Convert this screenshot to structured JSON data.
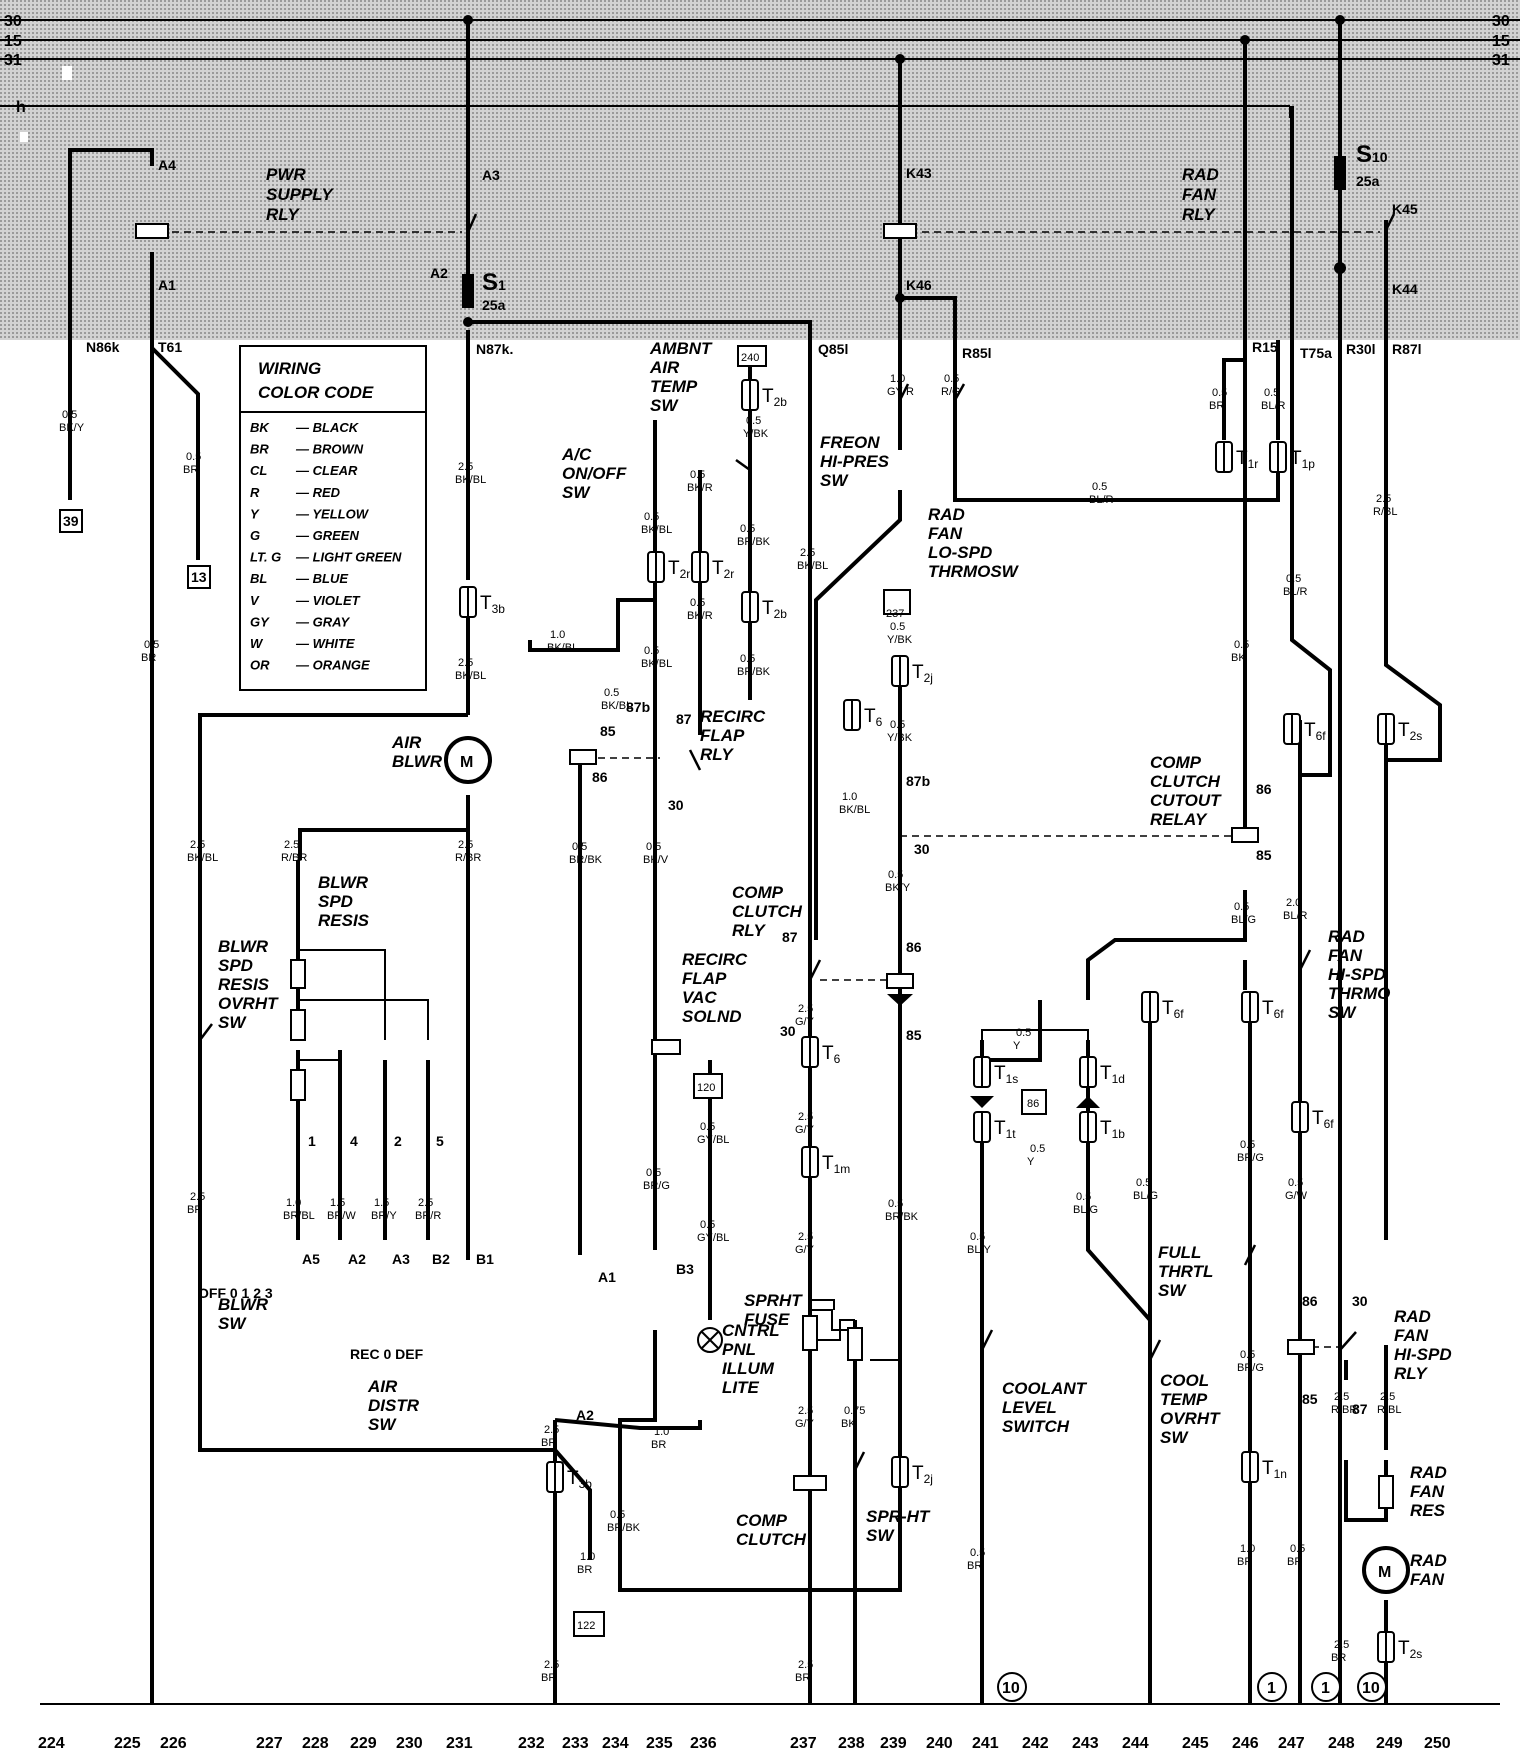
{
  "buses": {
    "b30": "30",
    "b15": "15",
    "b31": "31",
    "bh": "h"
  },
  "relay_panel_labels": {
    "pwr_supply_rly": [
      "PWR",
      "SUPPLY",
      "RLY"
    ],
    "rad_fan_rly": [
      "RAD",
      "FAN",
      "RLY"
    ],
    "s1": "S",
    "s1_sub": "1",
    "s1_rating": "25a",
    "s10": "S",
    "s10_sub": "10",
    "s10_rating": "25a"
  },
  "pins": {
    "A4": "A4",
    "A1": "A1",
    "A3": "A3",
    "A2": "A2",
    "K43": "K43",
    "K46": "K46",
    "K45": "K45",
    "K44": "K44",
    "N86k": "N86k",
    "T61": "T61",
    "N87k": "N87k.",
    "Q85l": "Q85l",
    "R85l": "R85l",
    "R15": "R15",
    "T75a": "T75a",
    "R30l": "R30l",
    "R87l": "R87l"
  },
  "legend": {
    "title": [
      "WIRING",
      "COLOR CODE"
    ],
    "rows": [
      [
        "BK",
        "— BLACK"
      ],
      [
        "BR",
        "— BROWN"
      ],
      [
        "CL",
        "— CLEAR"
      ],
      [
        "R",
        "— RED"
      ],
      [
        "Y",
        "— YELLOW"
      ],
      [
        "G",
        "— GREEN"
      ],
      [
        "LT. G",
        "— LIGHT GREEN"
      ],
      [
        "BL",
        "— BLUE"
      ],
      [
        "V",
        "— VIOLET"
      ],
      [
        "GY",
        "— GRAY"
      ],
      [
        "W",
        "— WHITE"
      ],
      [
        "OR",
        "— ORANGE"
      ]
    ]
  },
  "components": {
    "air_blwr": [
      "AIR",
      "BLWR"
    ],
    "blwr_spd_resis": [
      "BLWR",
      "SPD",
      "RESIS"
    ],
    "blwr_spd_resis_ovrht": [
      "BLWR",
      "SPD",
      "RESIS",
      "OVRHT",
      "SW"
    ],
    "blwr_sw": [
      "BLWR",
      "SW"
    ],
    "air_distr_sw": [
      "AIR",
      "DISTR",
      "SW"
    ],
    "ambnt_air_temp_sw": [
      "AMBNT",
      "AIR",
      "TEMP",
      "SW"
    ],
    "ac_on_off_sw": [
      "A/C",
      "ON/OFF",
      "SW"
    ],
    "recirc_flap_rly": [
      "RECIRC",
      "FLAP",
      "RLY"
    ],
    "recirc_flap_vac_solnd": [
      "RECIRC",
      "FLAP",
      "VAC",
      "SOLND"
    ],
    "cntrl_pnl_illum_lite": [
      "CNTRL",
      "PNL",
      "ILLUM",
      "LITE"
    ],
    "freon_hi_pres_sw": [
      "FREON",
      "HI-PRES",
      "SW"
    ],
    "rad_fan_lo_spd_thrmosw": [
      "RAD",
      "FAN",
      "LO-SPD",
      "THRMOSW"
    ],
    "comp_clutch_rly": [
      "COMP",
      "CLUTCH",
      "RLY"
    ],
    "sprht_fuse": [
      "SPRHT",
      "FUSE"
    ],
    "comp_clutch": [
      "COMP",
      "CLUTCH"
    ],
    "spr_ht_sw": [
      "SPR-HT",
      "SW"
    ],
    "comp_clutch_cutout_relay": [
      "COMP",
      "CLUTCH",
      "CUTOUT",
      "RELAY"
    ],
    "coolant_level_switch": [
      "COOLANT",
      "LEVEL",
      "SWITCH"
    ],
    "full_thrtl_sw": [
      "FULL",
      "THRTL",
      "SW"
    ],
    "cool_temp_ovrht_sw": [
      "COOL",
      "TEMP",
      "OVRHT",
      "SW"
    ],
    "rad_fan_hi_spd_thrmo_sw": [
      "RAD",
      "FAN",
      "HI-SPD",
      "THRMO",
      "SW"
    ],
    "rad_fan_hi_spd_rly": [
      "RAD",
      "FAN",
      "HI-SPD",
      "RLY"
    ],
    "rad_fan_res": [
      "RAD",
      "FAN",
      "RES"
    ],
    "rad_fan": [
      "RAD",
      "FAN"
    ]
  },
  "blwr_sw_positions": "OFF 0 1 2 3",
  "air_distr_positions": "REC 0 DEF",
  "connectors": {
    "T2b": "T",
    "T2b_sub": "2b",
    "T2r": "T",
    "T2r_sub": "2r",
    "T3b": "T",
    "T3b_sub": "3b",
    "T6": "T",
    "T6_sub": "6",
    "T2j": "T",
    "T2j_sub": "2j",
    "T1m": "T",
    "T1m_sub": "1m",
    "T1s": "T",
    "T1s_sub": "1s",
    "T1t": "T",
    "T1t_sub": "1t",
    "T1d": "T",
    "T1d_sub": "1d",
    "T1b": "T",
    "T1b_sub": "1b",
    "T6f": "T",
    "T6f_sub": "6f",
    "T1n": "T",
    "T1n_sub": "1n",
    "T1r": "T",
    "T1r_sub": "1r",
    "T1p": "T",
    "T1p_sub": "1p",
    "T2s": "T",
    "T2s_sub": "2s"
  },
  "refs": {
    "r39": "39",
    "r13": "13",
    "r240": "240",
    "r237": "237",
    "r120": "120",
    "r86": "86",
    "r122": "122",
    "g10": "10",
    "g1": "1"
  },
  "wires": {
    "w_n86k": [
      "0.5",
      "BK/Y"
    ],
    "w_t61": [
      "0.5",
      "BR"
    ],
    "w_225": [
      "0.5",
      "BR"
    ],
    "w_n87k": [
      "2.5",
      "BK/BL"
    ],
    "w_t3b_out": [
      "2.5",
      "BK/BL"
    ],
    "w_t3b_left": [
      "1.0",
      "BK/BL"
    ],
    "w_blwr_left": [
      "2.5",
      "BK/BL"
    ],
    "w_resis_top": [
      "2.5",
      "R/BR"
    ],
    "w_blwr_right": [
      "2.5",
      "R/BR"
    ],
    "w_226_low": [
      "2.5",
      "BR"
    ],
    "w_sp1": [
      "1.0",
      "BR/BL"
    ],
    "w_sp4": [
      "1.5",
      "BR/W"
    ],
    "w_sp2": [
      "1.5",
      "BR/Y"
    ],
    "w_sp5": [
      "2.5",
      "BR/R"
    ],
    "w_ac_sw": [
      "0.5",
      "BK/BL"
    ],
    "w_ac_sw_b": [
      "0.5",
      "BK/BL"
    ],
    "w_ambnt_r": [
      "0.5",
      "BK/R"
    ],
    "w_ambnt_r2": [
      "0.5",
      "BK/R"
    ],
    "w_ambnt_y": [
      "0.5",
      "Y/BK"
    ],
    "w_ambnt_brbk": [
      "0.5",
      "BR/BK"
    ],
    "w_t2b_low": [
      "0.5",
      "BR/BK"
    ],
    "w_87b": [
      "0.5",
      "BK/BL"
    ],
    "w_rly86": [
      "0.5",
      "BR/BK"
    ],
    "w_rly30": [
      "0.5",
      "BK/V"
    ],
    "w_solnd_low": [
      "0.5",
      "BR/G"
    ],
    "w_lite_top": [
      "0.5",
      "GY/BL"
    ],
    "w_lite_mid": [
      "0.5",
      "GY/BL"
    ],
    "w_lite_low": [
      "1.0",
      "BR"
    ],
    "w_t3b2": [
      "2.5",
      "BR"
    ],
    "w_t3b2_r": [
      "1.0",
      "BR"
    ],
    "w_233_low": [
      "2.5",
      "BR"
    ],
    "w_234": [
      "0.5",
      "BR/BK"
    ],
    "w_q85l": [
      "2.5",
      "BK/BL"
    ],
    "w_k46": [
      "1.0",
      "GY/R"
    ],
    "w_r85l": [
      "0.5",
      "R/G"
    ],
    "w_lo_spd": [
      "0.5",
      "BL/R"
    ],
    "w_237": [
      "0.5",
      "Y/BK"
    ],
    "w_t2j": [
      "0.5",
      "Y/BK"
    ],
    "w_t6": [
      "1.0",
      "BK/BL"
    ],
    "w_rly30b": [
      "0.5",
      "BK/Y"
    ],
    "w_cc_out": [
      "2.5",
      "G/Y"
    ],
    "w_t6_low": [
      "2.5",
      "G/Y"
    ],
    "w_t1m": [
      "2.5",
      "G/Y"
    ],
    "w_fuse": [
      "2.5",
      "G/Y"
    ],
    "w_spr": [
      "0.75",
      "BK"
    ],
    "w_238_low": [
      "2.5",
      "BR"
    ],
    "w_240_85": [
      "0.5",
      "BR/BK"
    ],
    "w_t1s_y": [
      "0.5",
      "Y"
    ],
    "w_86_y": [
      "0.5",
      "Y"
    ],
    "w_242": [
      "0.5",
      "BL/Y"
    ],
    "w_242_low": [
      "0.5",
      "BR"
    ],
    "w_t1b": [
      "0.5",
      "BL/G"
    ],
    "w_245": [
      "0.5",
      "BL/G"
    ],
    "w_r15": [
      "0.5",
      "BR"
    ],
    "w_t75a": [
      "0.5",
      "BL/R"
    ],
    "w_t1r_bk": [
      "0.5",
      "BK"
    ],
    "w_cutout85": [
      "0.5",
      "BL/G"
    ],
    "w_t6f_brg": [
      "0.5",
      "BR/G"
    ],
    "w_t6f_low": [
      "0.5",
      "BR/G"
    ],
    "w_247_low": [
      "1.0",
      "BR"
    ],
    "w_t75a_low": [
      "0.5",
      "BL/R"
    ],
    "w_hispd": [
      "2.0",
      "BL/R"
    ],
    "w_gw": [
      "0.5",
      "G/W"
    ],
    "w_248_low": [
      "0.5",
      "BR"
    ],
    "w_r87l": [
      "2.5",
      "R/BL"
    ],
    "w_hispd_rly_l": [
      "2.5",
      "R/BR"
    ],
    "w_hispd_rly_r": [
      "2.5",
      "R/BL"
    ],
    "w_fan_low": [
      "2.5",
      "BR"
    ]
  },
  "relay_pins": {
    "p85": "85",
    "p86": "86",
    "p87": "87",
    "p87b": "87b",
    "p30": "30"
  },
  "blwr_sw_pins": {
    "A5": "A5",
    "A2": "A2",
    "A3": "A3",
    "B2": "B2",
    "B1": "B1",
    "A1": "A1",
    "B3": "B3",
    "A2b": "A2"
  },
  "spd_taps": [
    "1",
    "4",
    "2",
    "5"
  ],
  "grid_numbers": [
    "224",
    "225",
    "226",
    "227",
    "228",
    "229",
    "230",
    "231",
    "232",
    "233",
    "234",
    "235",
    "236",
    "237",
    "238",
    "239",
    "240",
    "241",
    "242",
    "243",
    "244",
    "245",
    "246",
    "247",
    "248",
    "249",
    "250"
  ]
}
